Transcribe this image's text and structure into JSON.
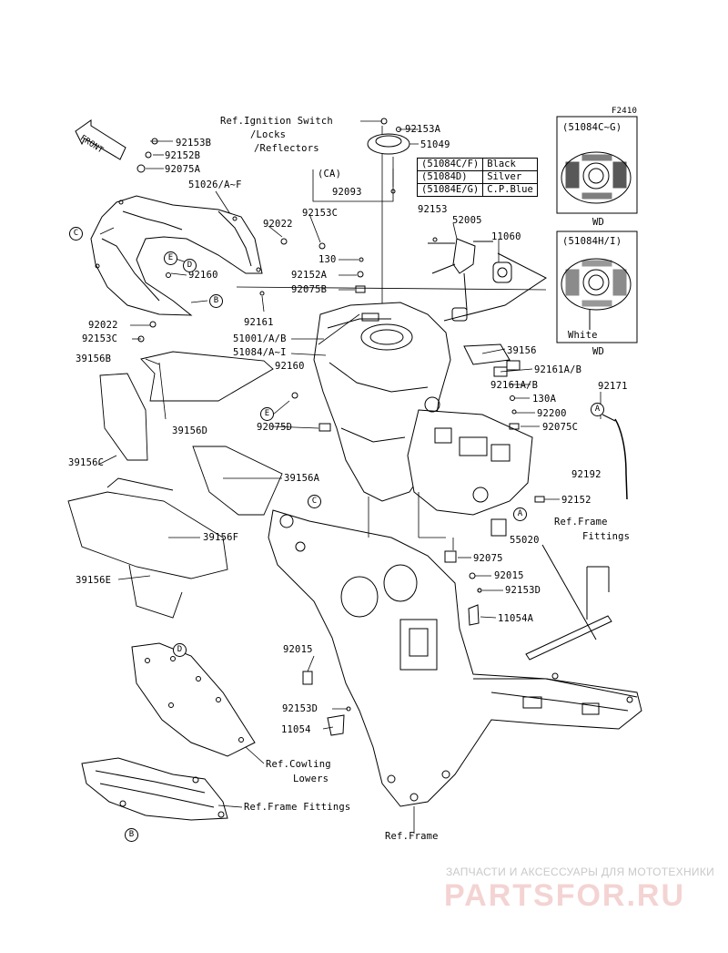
{
  "diagram": {
    "figure_id": "F2410",
    "front_label": "FRONT",
    "labels": {
      "ref_ignition": "Ref.Ignition Switch",
      "ref_locks": "/Locks",
      "ref_reflectors": "/Reflectors",
      "p92153A": "92153A",
      "p51049": "51049",
      "ca": "(CA)",
      "p92093": "92093",
      "p92153B": "92153B",
      "p92152B": "92152B",
      "p92075A": "92075A",
      "p51026": "51026/A~F",
      "p92022a": "92022",
      "p92153C": "92153C",
      "p130": "130",
      "p92152A": "92152A",
      "p92075B": "92075B",
      "p92160a": "92160",
      "p92161": "92161",
      "p51001": "51001/A/B",
      "p51084": "51084/A~I",
      "p92022b": "92022",
      "p92153Cb": "92153C",
      "p39156B": "39156B",
      "p92160b": "92160",
      "p92075D": "92075D",
      "p39156D": "39156D",
      "p39156C": "39156C",
      "p39156A": "39156A",
      "p39156F": "39156F",
      "p39156E": "39156E",
      "p92153": "92153",
      "p52005": "52005",
      "p11060": "11060",
      "p39156": "39156",
      "p92161AB1": "92161A/B",
      "p92171": "92171",
      "p92161AB2": "92161A/B",
      "p130A": "130A",
      "p92200": "92200",
      "p92075C": "92075C",
      "p92192": "92192",
      "p92152": "92152",
      "ref_frame_fittings_1": "Ref.Frame",
      "ref_frame_fittings_2": "Fittings",
      "p55020": "55020",
      "p92075": "92075",
      "p92015a": "92015",
      "p92153D": "92153D",
      "p11054A": "11054A",
      "p92015b": "92015",
      "p92153Db": "92153D",
      "p11054": "11054",
      "ref_cowling_1": "Ref.Cowling",
      "ref_cowling_2": "Lowers",
      "ref_frame_fittings_b": "Ref.Frame Fittings",
      "ref_frame": "Ref.Frame"
    },
    "callouts": {
      "A": "A",
      "B": "B",
      "C": "C",
      "D": "D",
      "E": "E"
    },
    "variants": [
      {
        "part": "(51084C/F)",
        "color": "Black"
      },
      {
        "part": "(51084D)",
        "color": "Silver"
      },
      {
        "part": "(51084E/G)",
        "color": "C.P.Blue"
      }
    ],
    "inset1": {
      "part": "(51084C~G)",
      "caption": "WD"
    },
    "inset2": {
      "part": "(51084H/I)",
      "color": "White",
      "caption": "WD"
    }
  },
  "watermark": {
    "line1": "ЗАПЧАСТИ И АКСЕССУАРЫ ДЛЯ МОТОТЕХНИКИ",
    "line2": "PARTSFOR.RU"
  }
}
